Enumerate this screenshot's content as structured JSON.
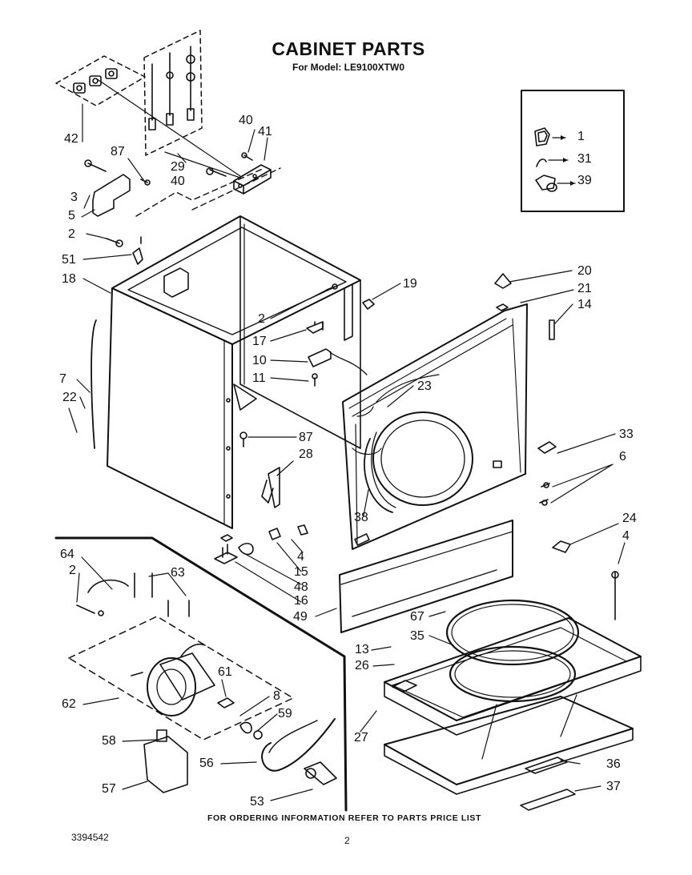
{
  "title": "CABINET PARTS",
  "subtitle": "For Model: LE9100XTW0",
  "footer_note": "FOR ORDERING INFORMATION REFER TO PARTS PRICE LIST",
  "document_number": "3394542",
  "page_number": "2",
  "callouts": [
    {
      "id": "c42a",
      "label": "42"
    },
    {
      "id": "c29",
      "label": "29"
    },
    {
      "id": "c40a",
      "label": "40"
    },
    {
      "id": "c41",
      "label": "41"
    },
    {
      "id": "c87a",
      "label": "87"
    },
    {
      "id": "c40b",
      "label": "40"
    },
    {
      "id": "c3",
      "label": "3"
    },
    {
      "id": "c5",
      "label": "5"
    },
    {
      "id": "c2a",
      "label": "2"
    },
    {
      "id": "c51",
      "label": "51"
    },
    {
      "id": "c18",
      "label": "18"
    },
    {
      "id": "c2b",
      "label": "2"
    },
    {
      "id": "c19",
      "label": "19"
    },
    {
      "id": "c17",
      "label": "17"
    },
    {
      "id": "c10",
      "label": "10"
    },
    {
      "id": "c11",
      "label": "11"
    },
    {
      "id": "c7",
      "label": "7"
    },
    {
      "id": "c22",
      "label": "22"
    },
    {
      "id": "c87b",
      "label": "87"
    },
    {
      "id": "c28",
      "label": "28"
    },
    {
      "id": "c20",
      "label": "20"
    },
    {
      "id": "c21",
      "label": "21"
    },
    {
      "id": "c14",
      "label": "14"
    },
    {
      "id": "c23",
      "label": "23"
    },
    {
      "id": "c33",
      "label": "33"
    },
    {
      "id": "c6",
      "label": "6"
    },
    {
      "id": "c38",
      "label": "38"
    },
    {
      "id": "c24",
      "label": "24"
    },
    {
      "id": "c4a",
      "label": "4"
    },
    {
      "id": "c4b",
      "label": "4"
    },
    {
      "id": "c15",
      "label": "15"
    },
    {
      "id": "c48",
      "label": "48"
    },
    {
      "id": "c16",
      "label": "16"
    },
    {
      "id": "c49",
      "label": "49"
    },
    {
      "id": "c64",
      "label": "64"
    },
    {
      "id": "c2c",
      "label": "2"
    },
    {
      "id": "c63",
      "label": "63"
    },
    {
      "id": "c67",
      "label": "67"
    },
    {
      "id": "c35",
      "label": "35"
    },
    {
      "id": "c13",
      "label": "13"
    },
    {
      "id": "c26",
      "label": "26"
    },
    {
      "id": "c61",
      "label": "61"
    },
    {
      "id": "c62",
      "label": "62"
    },
    {
      "id": "c8",
      "label": "8"
    },
    {
      "id": "c59",
      "label": "59"
    },
    {
      "id": "c27",
      "label": "27"
    },
    {
      "id": "c58",
      "label": "58"
    },
    {
      "id": "c56",
      "label": "56"
    },
    {
      "id": "c36",
      "label": "36"
    },
    {
      "id": "c57",
      "label": "57"
    },
    {
      "id": "c37",
      "label": "37"
    },
    {
      "id": "c53",
      "label": "53"
    },
    {
      "id": "c1",
      "label": "1"
    },
    {
      "id": "c31",
      "label": "31"
    },
    {
      "id": "c39",
      "label": "39"
    }
  ]
}
